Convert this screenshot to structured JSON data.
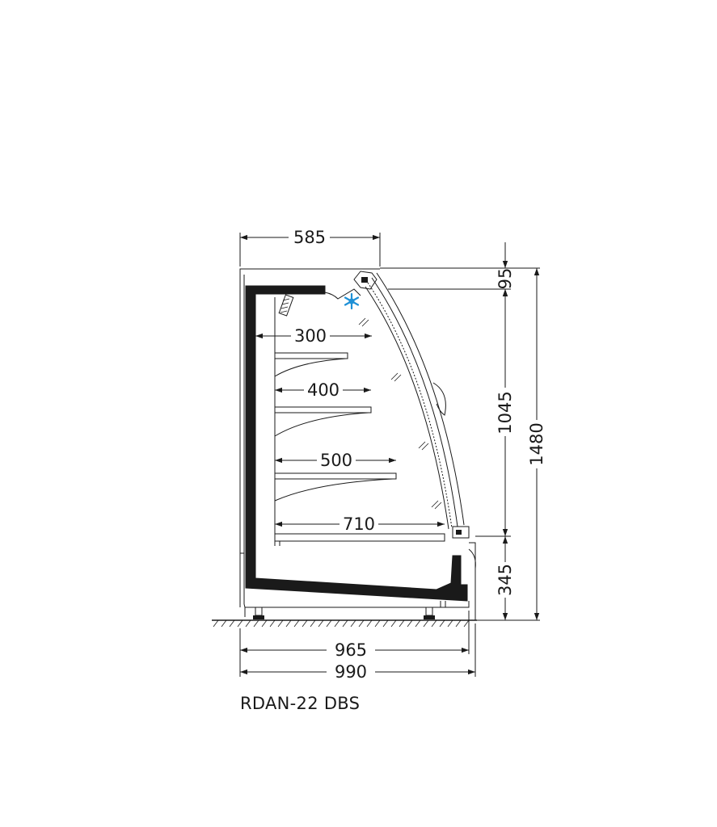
{
  "model": "RDAN-22 DBS",
  "dimensions": {
    "top_depth": "585",
    "top_height": "95",
    "glass_height": "1045",
    "total_height": "1480",
    "base_height": "345",
    "shelf1": "300",
    "shelf2": "400",
    "shelf3": "500",
    "shelf4": "710",
    "inner_width": "965",
    "total_width": "990"
  },
  "colors": {
    "line": "#1a1a1a",
    "cold_symbol": "#1e90d6"
  },
  "icons": {
    "cold": "snowflake-icon"
  }
}
